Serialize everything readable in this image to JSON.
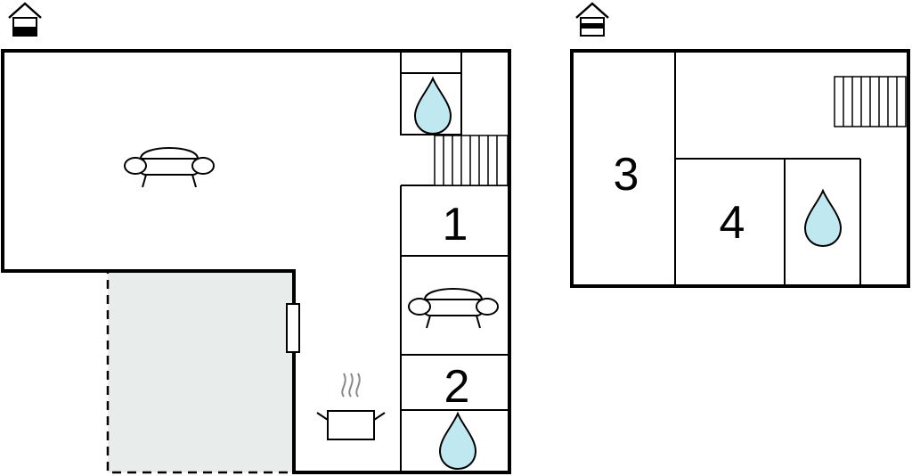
{
  "floors": [
    {
      "id": "ground",
      "level_icon": "house-level-ground-icon",
      "rooms": [
        {
          "id": "room-1",
          "label": "1"
        },
        {
          "id": "room-2",
          "label": "2"
        }
      ],
      "icons": [
        "sofa-icon",
        "sofa-icon",
        "water-drop-icon",
        "water-drop-icon",
        "cooking-pot-icon",
        "stairs-icon",
        "window-icon"
      ],
      "terrace": {
        "fill": "#e8ecea",
        "style": "dashed"
      }
    },
    {
      "id": "upper",
      "level_icon": "house-level-upper-icon",
      "rooms": [
        {
          "id": "room-3",
          "label": "3"
        },
        {
          "id": "room-4",
          "label": "4"
        }
      ],
      "icons": [
        "water-drop-icon",
        "stairs-icon"
      ]
    }
  ],
  "colors": {
    "water": "#bfe8f0",
    "terrace": "#e8ecea",
    "wall": "#000000"
  }
}
